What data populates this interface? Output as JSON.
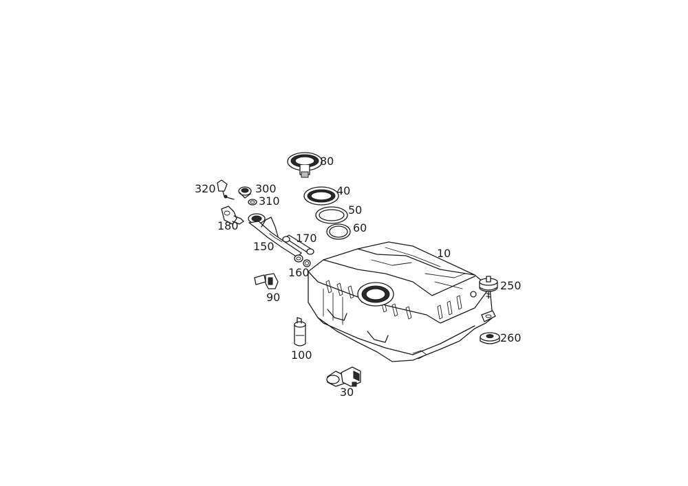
{
  "labels": {
    "p10": "10",
    "p30": "30",
    "p40": "40",
    "p50": "50",
    "p60": "60",
    "p80": "80",
    "p90": "90",
    "p100": "100",
    "p150": "150",
    "p160": "160",
    "p170": "170",
    "p180": "180",
    "p250": "250",
    "p260": "260",
    "p300": "300",
    "p310": "310",
    "p320": "320"
  }
}
